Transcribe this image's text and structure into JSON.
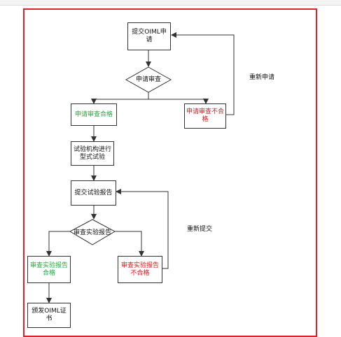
{
  "nodes": {
    "submit_oiml": "提交OIML申请",
    "review_application": "申请审查",
    "application_passed": "申请审查合格",
    "application_failed": "申请审查不合格",
    "type_test": "试验机构进行型式试验",
    "submit_test_report": "提交试验报告",
    "review_test_report": "审查实验报告",
    "report_passed": "审查实验报告合格",
    "report_failed": "审查实验报告不合格",
    "issue_certificate": "颁发OIML证书"
  },
  "notes": {
    "reapply": "重新申请",
    "resubmit": "重新提交"
  },
  "colors": {
    "frame": "#d9232e",
    "pass_text": "#22aa3a",
    "fail_text": "#e01515",
    "line": "#333333"
  }
}
